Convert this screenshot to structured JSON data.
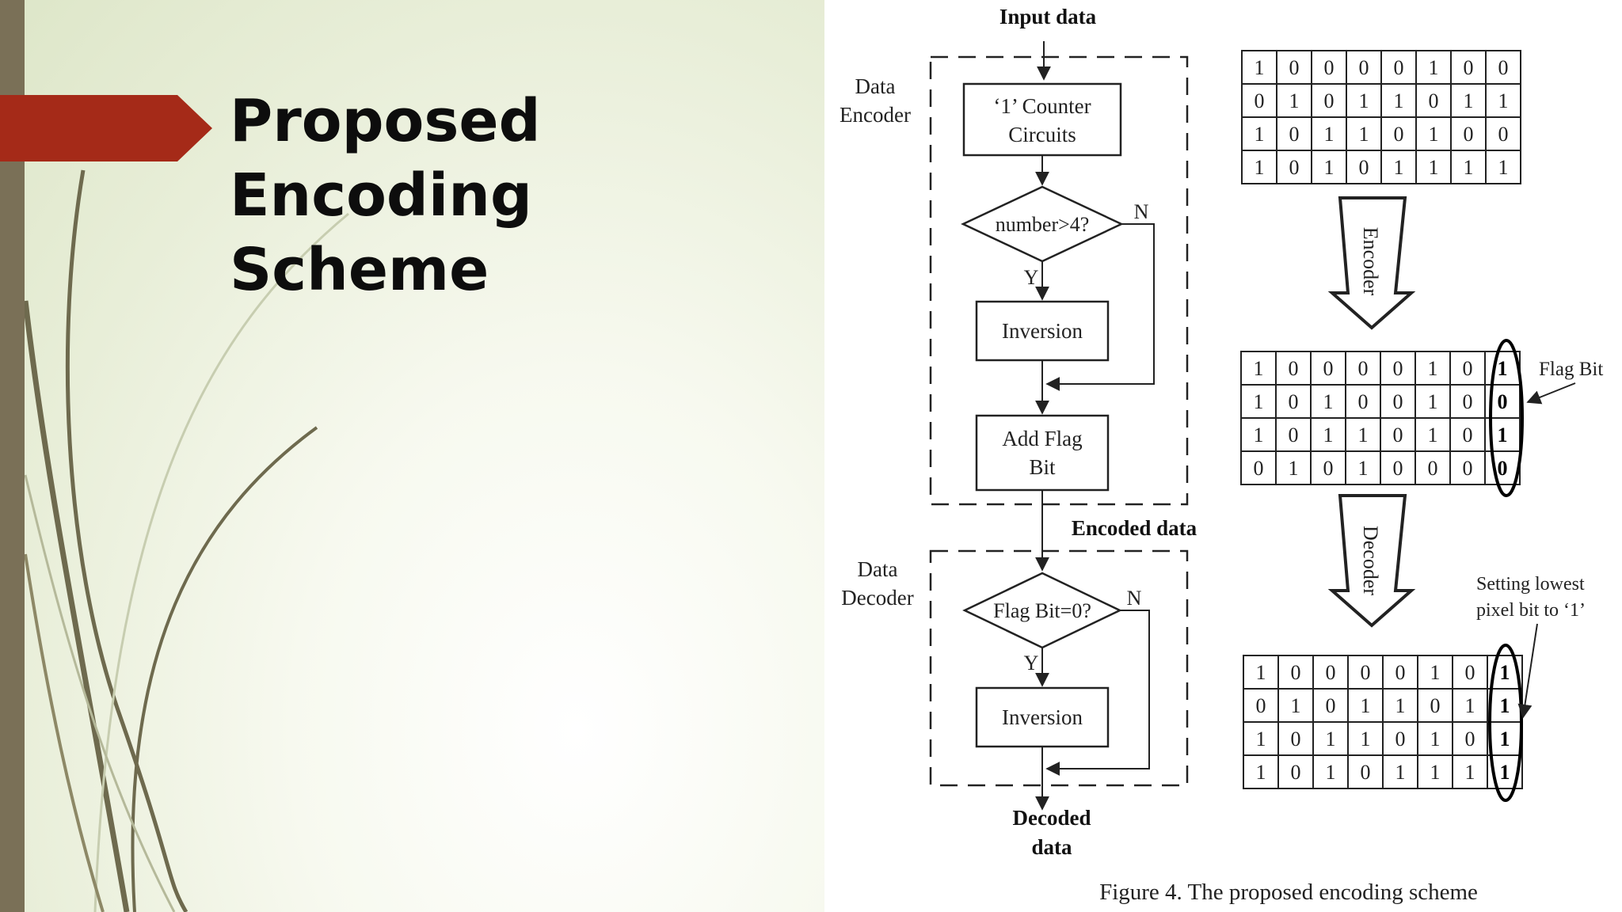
{
  "slide": {
    "title_line1": "Proposed Encoding",
    "title_line2": "Scheme",
    "accent_color": "#a52a18",
    "strip_color": "#7a7057"
  },
  "figure": {
    "input_label": "Input data",
    "encoder_label_1": "Data",
    "encoder_label_2": "Encoder",
    "counter_box_1": "‘1’  Counter",
    "counter_box_2": "Circuits",
    "decision_1": "number>4?",
    "decision_1_yes": "Y",
    "decision_1_no": "N",
    "inversion_1": "Inversion",
    "add_flag_1": "Add Flag",
    "add_flag_2": "Bit",
    "encoded_label": "Encoded data",
    "decoder_label_1": "Data",
    "decoder_label_2": "Decoder",
    "decision_2": "Flag Bit=0?",
    "decision_2_yes": "Y",
    "decision_2_no": "N",
    "inversion_2": "Inversion",
    "decoded_label_1": "Decoded",
    "decoded_label_2": "data",
    "encoder_arrow_label": "Encoder",
    "decoder_arrow_label": "Decoder",
    "flag_bit_label": "Flag Bit",
    "setting_label_1": "Setting lowest",
    "setting_label_2": "pixel bit to  ‘1’",
    "caption": "Figure 4.    The proposed encoding scheme",
    "grid_input": [
      [
        "1",
        "0",
        "0",
        "0",
        "0",
        "1",
        "0",
        "0"
      ],
      [
        "0",
        "1",
        "0",
        "1",
        "1",
        "0",
        "1",
        "1"
      ],
      [
        "1",
        "0",
        "1",
        "1",
        "0",
        "1",
        "0",
        "0"
      ],
      [
        "1",
        "0",
        "1",
        "0",
        "1",
        "1",
        "1",
        "1"
      ]
    ],
    "grid_encoded": [
      [
        "1",
        "0",
        "0",
        "0",
        "0",
        "1",
        "0",
        "1"
      ],
      [
        "1",
        "0",
        "1",
        "0",
        "0",
        "1",
        "0",
        "0"
      ],
      [
        "1",
        "0",
        "1",
        "1",
        "0",
        "1",
        "0",
        "1"
      ],
      [
        "0",
        "1",
        "0",
        "1",
        "0",
        "0",
        "0",
        "0"
      ]
    ],
    "grid_decoded": [
      [
        "1",
        "0",
        "0",
        "0",
        "0",
        "1",
        "0",
        "1"
      ],
      [
        "0",
        "1",
        "0",
        "1",
        "1",
        "0",
        "1",
        "1"
      ],
      [
        "1",
        "0",
        "1",
        "1",
        "0",
        "1",
        "0",
        "1"
      ],
      [
        "1",
        "0",
        "1",
        "0",
        "1",
        "1",
        "1",
        "1"
      ]
    ]
  }
}
